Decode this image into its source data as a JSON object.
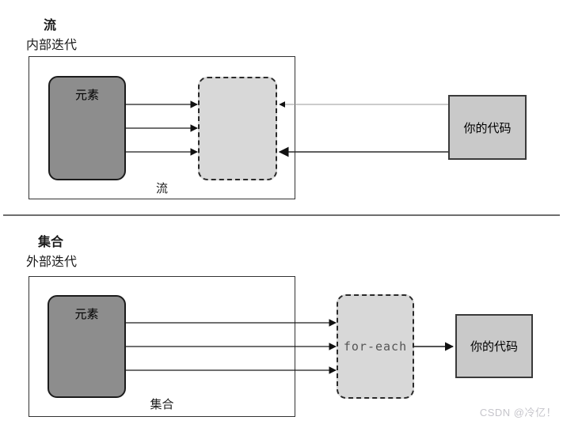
{
  "top_section": {
    "title": "流",
    "subtitle": "内部迭代",
    "elements_label": "元素",
    "container_caption": "流",
    "code_label": "你的代码"
  },
  "bottom_section": {
    "title": "集合",
    "subtitle": "外部迭代",
    "elements_label": "元素",
    "container_caption": "集合",
    "foreach_label": "for-each",
    "code_label": "你的代码"
  },
  "watermark": "CSDN @冷亿！",
  "colors": {
    "elements_box_fill": "#8d8d8d",
    "dashed_box_fill": "#d8d8d8",
    "code_box_fill": "#c9c9c9",
    "divider": "#6e6e6e",
    "arrow": "#1a1a1a",
    "light_arrow": "#9a9a9a",
    "watermark": "#c6c5cb"
  }
}
